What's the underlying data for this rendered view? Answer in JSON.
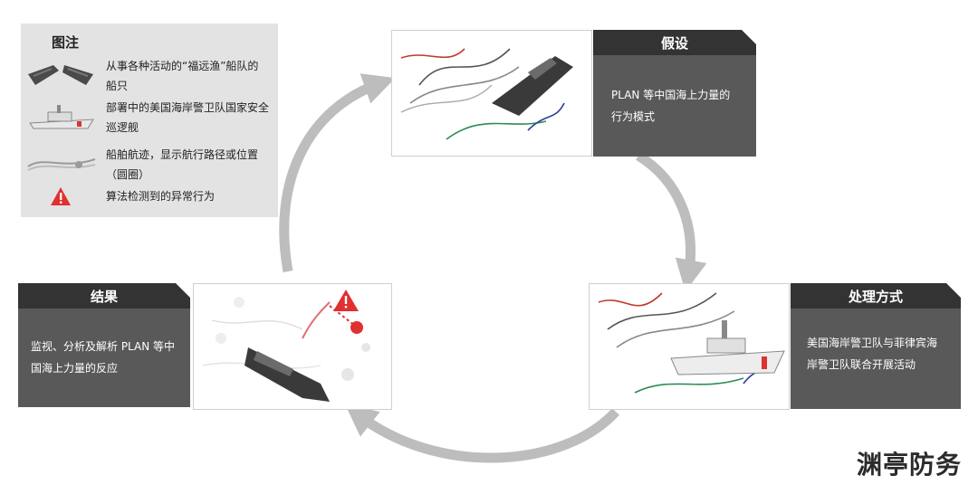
{
  "legend": {
    "title": "图注",
    "items": [
      {
        "text": "从事各种活动的“福远渔”船队的船只",
        "icon": "fishing-vessel-icon"
      },
      {
        "text": "部署中的美国海岸警卫队国家安全巡逻舰",
        "icon": "cutter-icon"
      },
      {
        "text": "船舶航迹，显示航行路径或位置（圆圈）",
        "icon": "ship-track-icon"
      },
      {
        "text": "算法检测到的异常行为",
        "icon": "warning-triangle-icon"
      }
    ]
  },
  "panels": {
    "hypothesis": {
      "title": "假设",
      "text": "PLAN 等中国海上力量的行为模式"
    },
    "method": {
      "title": "处理方式",
      "text": "美国海岸警卫队与菲律宾海岸警卫队联合开展活动"
    },
    "results": {
      "title": "结果",
      "text": "监视、分析及解析 PLAN 等中国海上力量的反应"
    }
  },
  "watermark": "渊亭防务",
  "colors": {
    "header_bg": "#333333",
    "desc_bg": "#595959",
    "legend_bg": "#e3e3e3",
    "arrow": "#bdbdbd",
    "warning": "#e03030"
  }
}
